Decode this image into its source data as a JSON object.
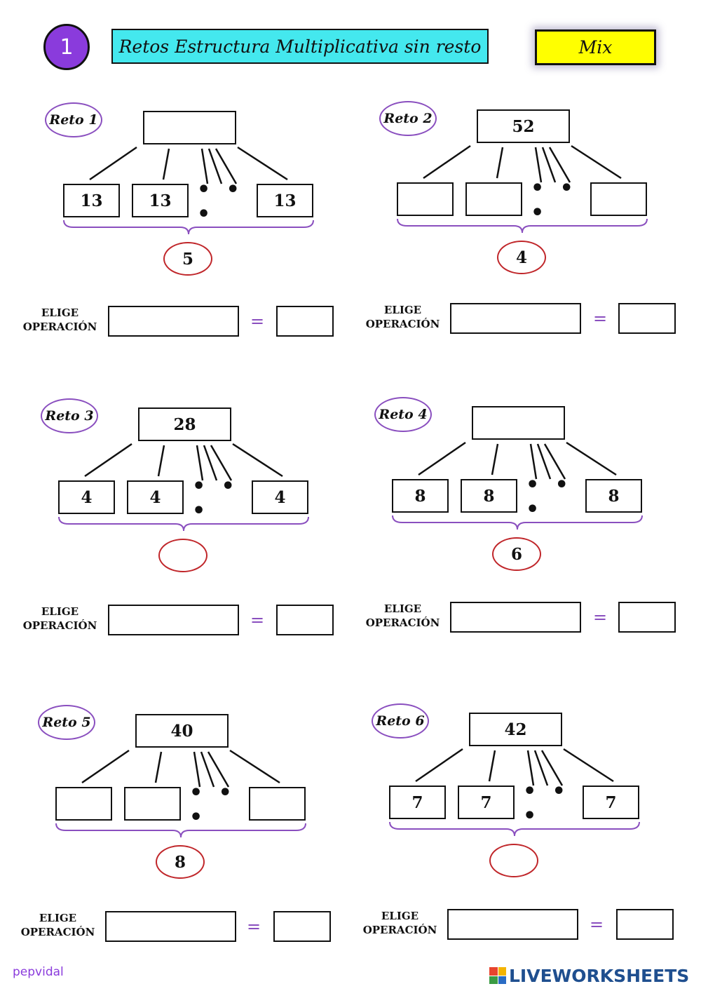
{
  "header": {
    "number": "1",
    "title": "Retos Estructura Multiplicativa sin resto",
    "mode": "Mix"
  },
  "labels": {
    "elige_line1": "ELIGE",
    "elige_line2": "OPERACIÓN",
    "equals": "=",
    "dots": "• • •"
  },
  "retos": [
    {
      "label": "Reto 1",
      "top": "",
      "parts": [
        "13",
        "13",
        "13"
      ],
      "count": "5"
    },
    {
      "label": "Reto 2",
      "top": "52",
      "parts": [
        "",
        "",
        ""
      ],
      "count": "4"
    },
    {
      "label": "Reto 3",
      "top": "28",
      "parts": [
        "4",
        "4",
        "4"
      ],
      "count": ""
    },
    {
      "label": "Reto 4",
      "top": "",
      "parts": [
        "8",
        "8",
        "8"
      ],
      "count": "6"
    },
    {
      "label": "Reto 5",
      "top": "40",
      "parts": [
        "",
        "",
        ""
      ],
      "count": "8"
    },
    {
      "label": "Reto 6",
      "top": "42",
      "parts": [
        "7",
        "7",
        "7"
      ],
      "count": ""
    }
  ],
  "footer": {
    "author": "pepvidal",
    "brand": "LIVEWORKSHEETS"
  },
  "colors": {
    "accent_purple": "#8a3bdc",
    "title_cyan": "#44e8ee",
    "mix_yellow": "#ffff00",
    "oval_red": "#c0262a",
    "brace_purple": "#8a4fbf"
  }
}
